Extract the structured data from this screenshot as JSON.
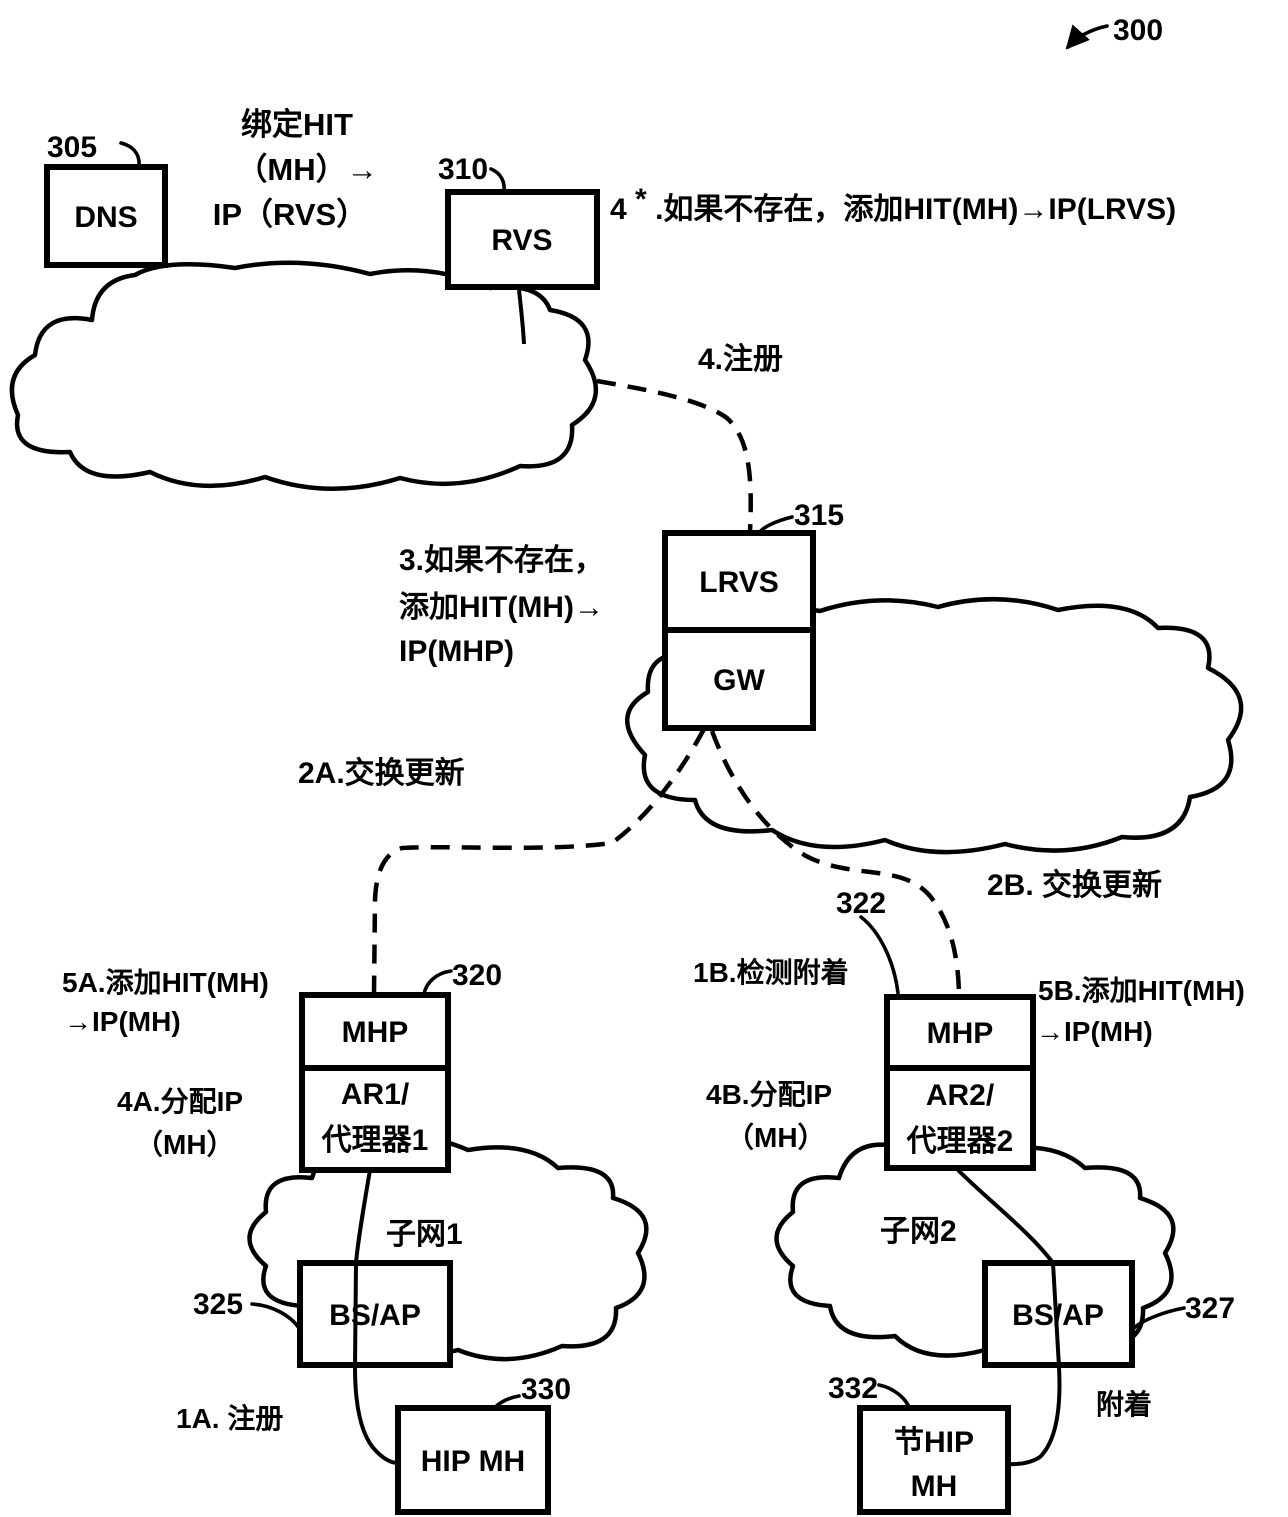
{
  "figure": {
    "reference": "300",
    "colors": {
      "line": "#000000",
      "background": "#ffffff"
    }
  },
  "nodes": {
    "dns": {
      "ref": "305",
      "label": "DNS"
    },
    "rvs": {
      "ref": "310",
      "label": "RVS"
    },
    "lrvs_gw": {
      "ref": "315",
      "top_label": "LRVS",
      "bottom_label": "GW"
    },
    "mhp1": {
      "ref": "320",
      "top_label": "MHP",
      "bottom_line1": "AR1/",
      "bottom_line2": "代理器1"
    },
    "mhp2": {
      "ref": "322",
      "top_label": "MHP",
      "bottom_line1": "AR2/",
      "bottom_line2": "代理器2"
    },
    "bsap1": {
      "ref": "325",
      "label": "BS/AP"
    },
    "bsap2": {
      "ref": "327",
      "label": "BS/AP"
    },
    "hipmh1": {
      "ref": "330",
      "label": "HIP MH"
    },
    "hipmh2": {
      "ref": "332",
      "line1": "节HIP",
      "line2": "MH"
    }
  },
  "annotations": {
    "bind_hit": {
      "line1": "绑定HIT",
      "line2": "（MH）→",
      "line3": "IP（RVS）"
    },
    "note_4star": {
      "num": "4",
      "sup": "*",
      "rest": ".如果不存在，添加HIT(MH)→IP(LRVS)"
    },
    "register_4": "4.注册",
    "note_3": {
      "line1": "3.如果不存在，",
      "line2": "添加HIT(MH)→",
      "line3": "IP(MHP)"
    },
    "exchange_2a": "2A.交换更新",
    "exchange_2b": "2B. 交换更新",
    "detect_1b": "1B.检测附着",
    "add_5a": {
      "line1": "5A.添加HIT(MH)",
      "line2": "→IP(MH)"
    },
    "add_5b": {
      "line1": "5B.添加HIT(MH)",
      "line2": "→IP(MH)"
    },
    "alloc_4a": {
      "line1": "4A.分配IP",
      "line2": "（MH）"
    },
    "alloc_4b": {
      "line1": "4B.分配IP",
      "line2": "（MH）"
    },
    "subnet1": "子网1",
    "subnet2": "子网2",
    "register_1a": "1A. 注册",
    "attach": "附着"
  }
}
